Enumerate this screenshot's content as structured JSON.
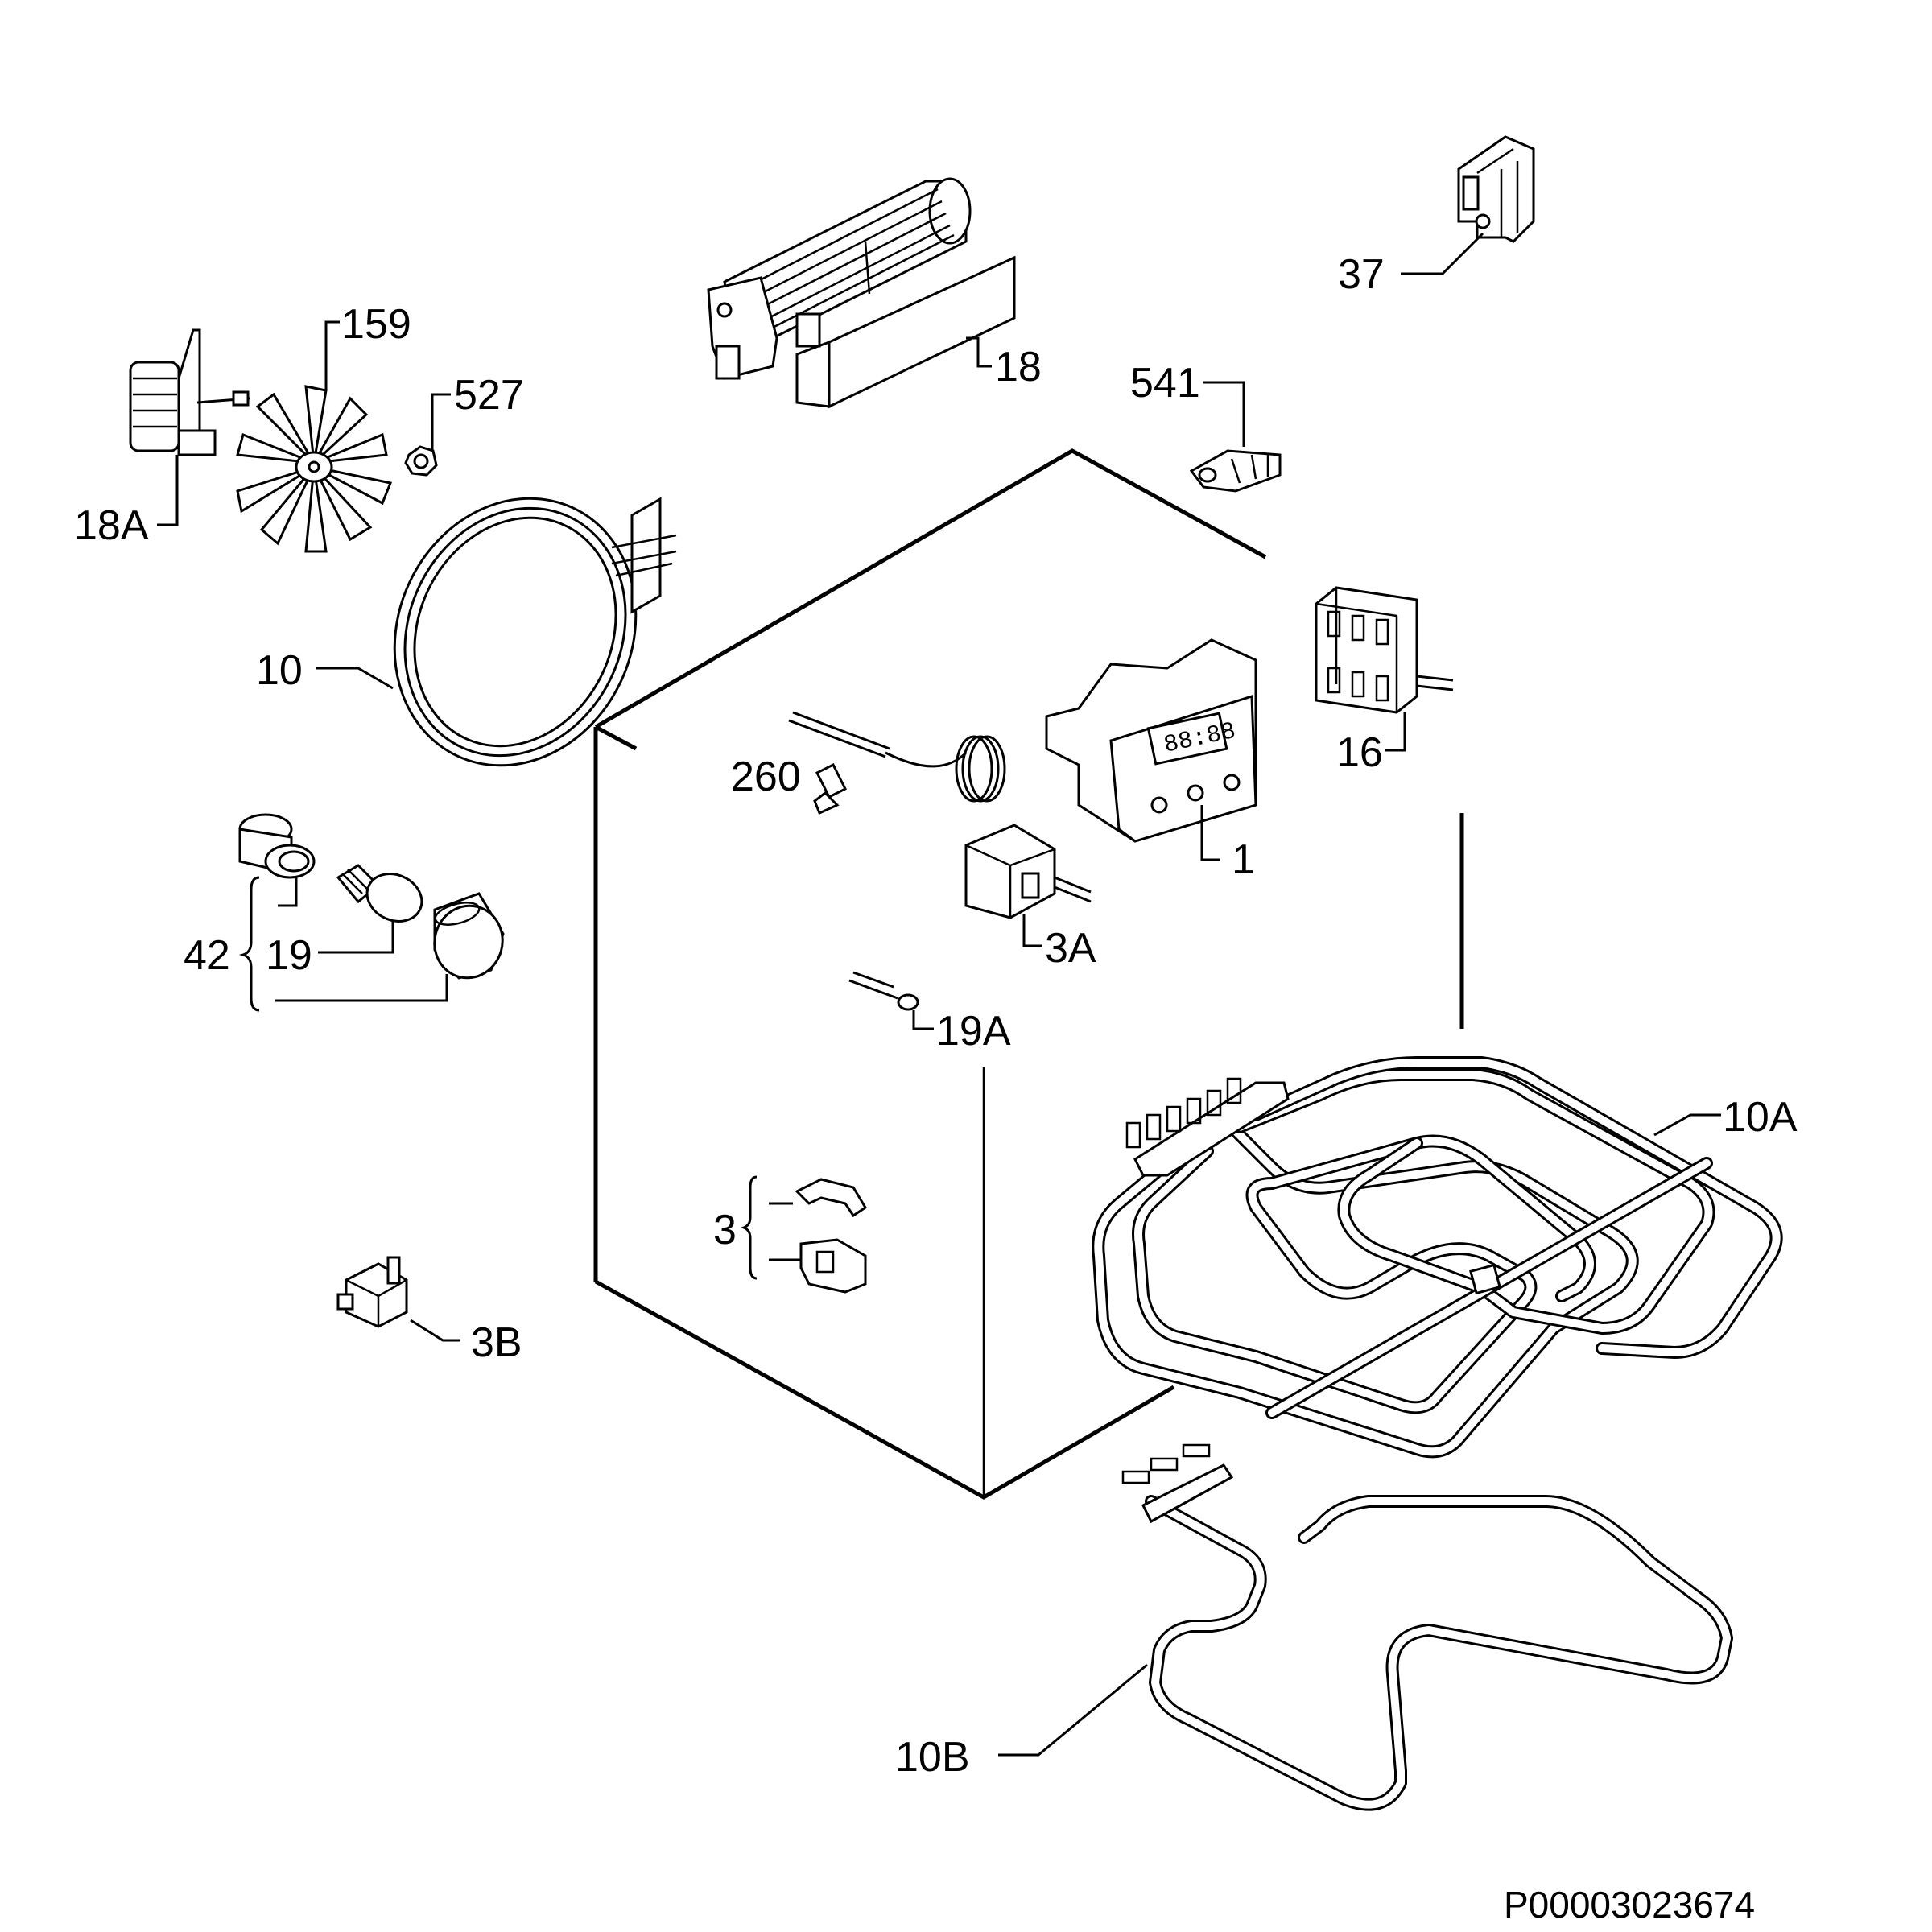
{
  "diagram": {
    "reference_code": "P00003023674",
    "labels": {
      "p1": "1",
      "p3": "3",
      "p3A": "3A",
      "p3B": "3B",
      "p10": "10",
      "p10A": "10A",
      "p10B": "10B",
      "p16": "16",
      "p18": "18",
      "p18A": "18A",
      "p19": "19",
      "p19A": "19A",
      "p37": "37",
      "p42": "42",
      "p159": "159",
      "p260": "260",
      "p527": "527",
      "p541": "541"
    }
  }
}
